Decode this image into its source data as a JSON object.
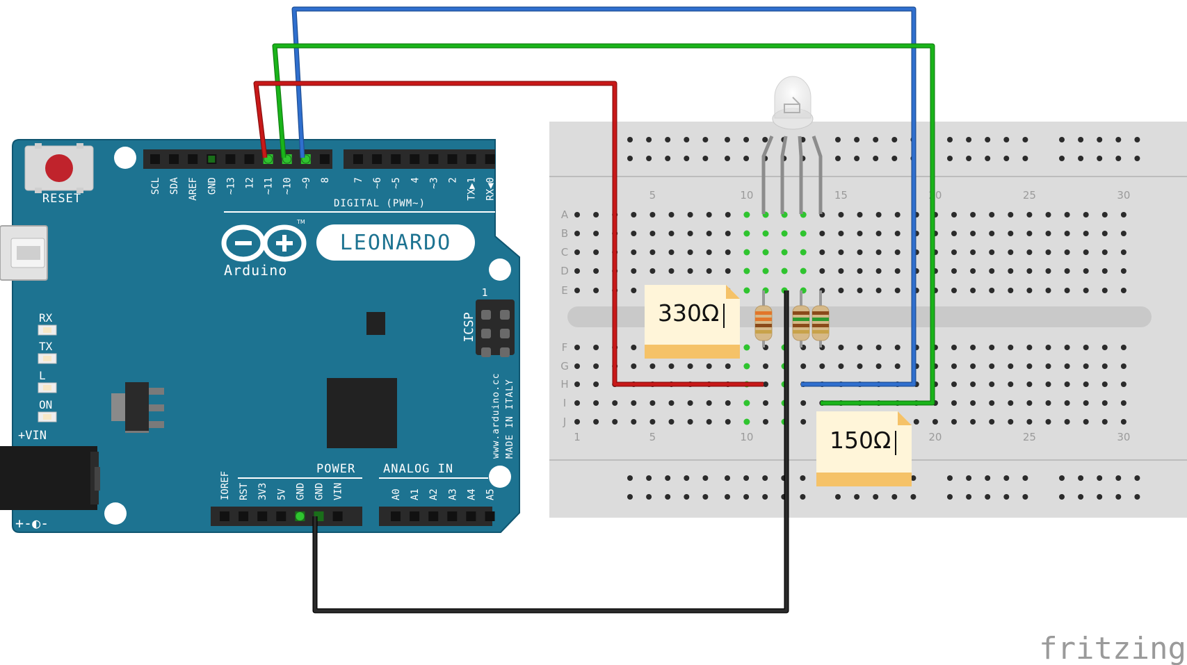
{
  "arduino": {
    "brand": "Arduino",
    "model": "LEONARDO",
    "reset_label": "RESET",
    "digital_label": "DIGITAL (PWM~)",
    "power_label": "POWER",
    "analog_label": "ANALOG IN",
    "icsp_label": "ICSP",
    "icsp_pin1": "1",
    "site_text": "www.arduino.cc",
    "made_text": "MADE IN ITALY",
    "vin_label": "+VIN",
    "tm": "TM",
    "leds": [
      "RX",
      "TX",
      "L",
      "ON"
    ],
    "digital_pins_left": [
      "SCL",
      "SDA",
      "AREF",
      "GND",
      "~13",
      "12",
      "~11",
      "~10",
      "~9",
      "8"
    ],
    "digital_pins_right": [
      "7",
      "~6",
      "~5",
      "4",
      "~3",
      "2",
      "TX▶1",
      "RX◀0"
    ],
    "power_pins": [
      "IOREF",
      "RST",
      "3V3",
      "5V",
      "GND",
      "GND",
      "VIN"
    ],
    "analog_pins": [
      "A0",
      "A1",
      "A2",
      "A3",
      "A4",
      "A5"
    ]
  },
  "breadboard": {
    "rows_top": [
      "A",
      "B",
      "C",
      "D",
      "E"
    ],
    "rows_bottom": [
      "F",
      "G",
      "H",
      "I",
      "J"
    ],
    "column_numbers": [
      "1",
      "5",
      "10",
      "15",
      "20",
      "25",
      "30"
    ]
  },
  "notes": [
    {
      "text": "330Ω"
    },
    {
      "text": "150Ω"
    }
  ],
  "wires": [
    {
      "name": "red",
      "color": "#c81919"
    },
    {
      "name": "green",
      "color": "#1ab41a"
    },
    {
      "name": "blue",
      "color": "#2f6fce"
    },
    {
      "name": "black",
      "color": "#1a1a1a"
    }
  ],
  "watermark": "fritzing"
}
